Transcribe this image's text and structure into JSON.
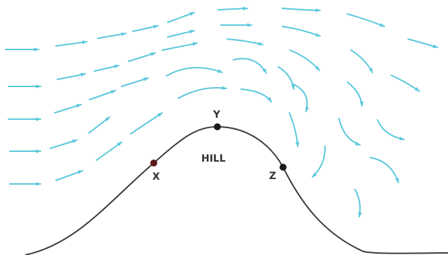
{
  "labels": {
    "hill": "HILL",
    "x": "X",
    "y": "Y",
    "z": "Z"
  },
  "colors": {
    "arrow": "#5cc8dc",
    "ground": "#3a3a3a",
    "point": "#1a1a1a",
    "point_x": "#5a1a1a",
    "label": "#333333",
    "background": "#ffffff"
  }
}
